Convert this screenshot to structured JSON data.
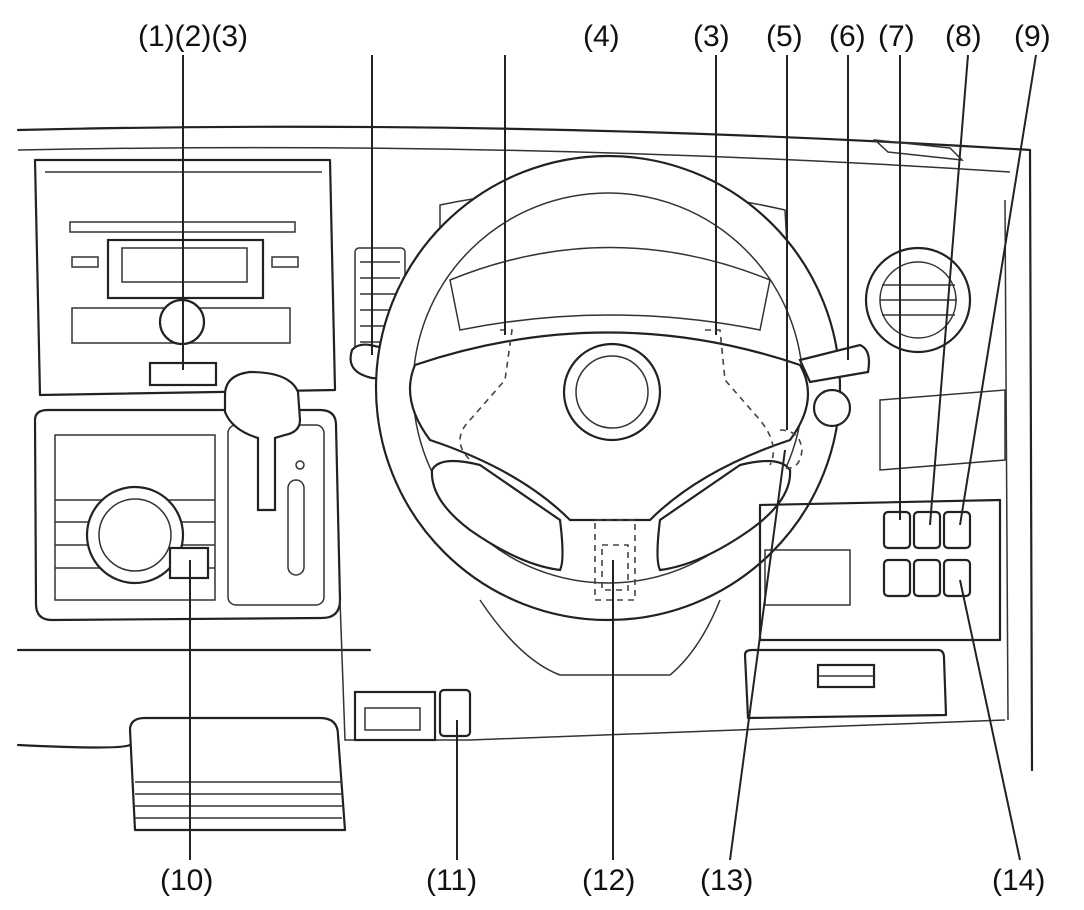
{
  "callouts": {
    "top": {
      "c1_2_3": "(1)(2)(3)",
      "c4": "(4)",
      "c3_right": "(3)",
      "c5": "(5)",
      "c6": "(6)",
      "c7": "(7)",
      "c8": "(8)",
      "c9": "(9)"
    },
    "bottom": {
      "c10": "(10)",
      "c11": "(11)",
      "c12": "(12)",
      "c13": "(13)",
      "c14": "(14)"
    }
  },
  "line_color": "#222222",
  "background": "#ffffff"
}
